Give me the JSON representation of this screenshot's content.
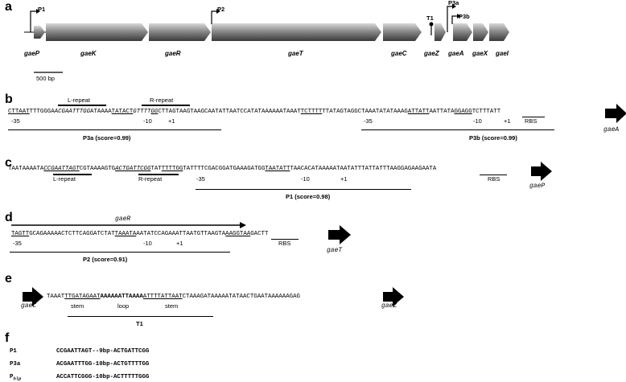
{
  "panels": [
    "a",
    "b",
    "c",
    "d",
    "e",
    "f"
  ],
  "panel_a": {
    "promoters": [
      "P1",
      "P2",
      "T1",
      "P3a",
      "P3b"
    ],
    "genes": [
      "gaeP",
      "gaeK",
      "gaeR",
      "gaeT",
      "gaeC",
      "gaeZ",
      "gaeA",
      "gaeX",
      "gaeI"
    ],
    "scale_label": "500 bp"
  },
  "panel_b": {
    "l_repeat": "L-repeat",
    "r_repeat": "R-repeat",
    "seq": {
      "s1": "CTTAAT",
      "s2": "TTTGGGA",
      "s3": "ACGAATTTGG",
      "s4": "ATAAAA",
      "s5": "TATACT",
      "s6": "GTTTT",
      "s7": "GG",
      "s8": "CTTAGTAAGTAAGCAATATTAATCCATATAAAAAATAAAT",
      "s9": "TCTTTT",
      "s10": "TTATAGTAGGCTAAATATATAAAG",
      "s11": "ATTATT",
      "s12": "AATTATA",
      "s13": "GGAGG",
      "s14": "TCTTTATT"
    },
    "marks": [
      "-35",
      "-10",
      "+1",
      "-35",
      "-10",
      "+1",
      "RBS"
    ],
    "gene": "gaeA",
    "p3a": "P3a (score=0.99)",
    "p3b": "P3b (score=0.99)"
  },
  "panel_c": {
    "seq": {
      "s1": "TAATAAAATA",
      "s2": "CCGAATTAGT",
      "s3": "CGTAAAAGTG",
      "s4": "ACTGATTCGG",
      "s5": "TAT",
      "s6": "TTTTGG",
      "s7": "TATTTTCGACGGATGAAAGATGG",
      "s8": "TAATATT",
      "s9": "TAACACATAAAAATAATATTTATTATTTAAGGAGAAGAATA"
    },
    "marks": [
      "L-repeat",
      "R-repeat",
      "-35",
      "-10",
      "+1",
      "RBS"
    ],
    "gene": "gaeP",
    "p1": "P1 (score=0.98)"
  },
  "panel_d": {
    "gene_top": "gaeR",
    "seq": {
      "s1": "TAGTT",
      "s2": "GCAGAAAAACTCTTCAGGATCTAT",
      "s3": "TAAATA",
      "s4": "AATAT",
      "s5": "CCAGAAATTAATGTTAAGTA",
      "s6": "AAGGTAA",
      "s7": "GACTT"
    },
    "marks": [
      "-35",
      "-10",
      "+1",
      "RBS"
    ],
    "gene": "gaeT",
    "p2": "P2 (score=0.91)"
  },
  "panel_e": {
    "gene_left": "gaeC",
    "seq": {
      "s1": "TAAAT",
      "s2": "TTGATAGAAT",
      "s3": "AAAAAATTAAAA",
      "s4": "ATTTTATTAAT",
      "s5": "CTAAAGATAAAAATATAACTGAATAAAAAAGAG"
    },
    "marks": [
      "stem",
      "loop",
      "stem"
    ],
    "gene_right": "gaeZ",
    "t1": "T1"
  },
  "panel_f": {
    "rows": [
      {
        "name": "P1",
        "seq": "CCGAATTAGT--9bp-ACTGATTCGG"
      },
      {
        "name": "P3a",
        "seq": "ACGAATTTGG-10bp-ACTGTTTTGG"
      },
      {
        "name": "Phlp",
        "sub": "hlp",
        "seq": "ACCATTCGGG-10bp-ACTTTTTGGG"
      }
    ]
  }
}
